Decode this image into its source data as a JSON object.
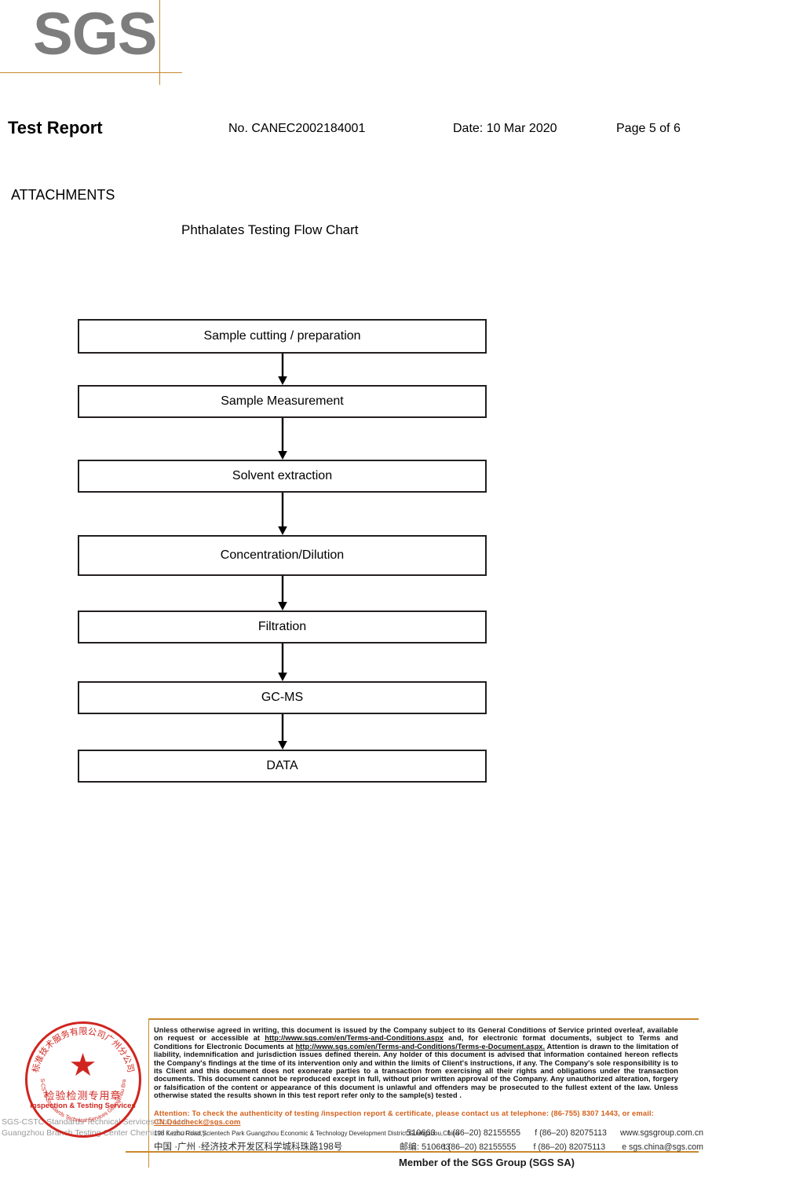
{
  "logo": {
    "text": "SGS",
    "rule_color": "#c8892f",
    "text_color": "#7d7d7d"
  },
  "header": {
    "title": "Test Report",
    "report_no": "No. CANEC2002184001",
    "date": "Date: 10 Mar 2020",
    "page": "Page 5 of 6"
  },
  "section": {
    "attachments_label": "ATTACHMENTS",
    "chart_title": "Phthalates Testing Flow Chart"
  },
  "flow_chart": {
    "type": "flowchart",
    "orientation": "vertical",
    "steps": [
      {
        "label": "Sample cutting / preparation"
      },
      {
        "label": "Sample Measurement"
      },
      {
        "label": "Solvent extraction"
      },
      {
        "label": "Concentration/Dilution"
      },
      {
        "label": "Filtration"
      },
      {
        "label": "GC-MS"
      },
      {
        "label": "DATA"
      }
    ]
  },
  "stamp": {
    "chinese_title": "检验检测专用章",
    "english_title": "Inspection & Testing Services",
    "arc_top": "标准技术服务有限公司广州分公司",
    "arc_bottom": "SGS-CSTC Standards Technical Services Guangzhou Branch",
    "ghost_line1": "SGS-CSTC Standards Technical Services Co., Ltd.",
    "ghost_line2": "Guangzhou Branch Testing Center Chemical Laboratory.",
    "color": "#d0251f"
  },
  "footer": {
    "disclaimer_part1": "Unless otherwise agreed in writing, this document is issued by the Company subject to its General Conditions of Service printed overleaf, available on request or accessible at ",
    "disclaimer_link1": "http://www.sgs.com/en/Terms-and-Conditions.aspx",
    "disclaimer_part2": " and, for electronic format documents, subject to Terms and Conditions for Electronic Documents at ",
    "disclaimer_link2": "http://www.sgs.com/en/Terms-and-Conditions/Terms-e-Document.aspx.",
    "disclaimer_part3": " Attention is drawn to the limitation of liability, indemnification and jurisdiction issues defined therein. Any holder of this document is advised that information contained hereon reflects the Company's findings at the time of its intervention only and within the limits of Client's instructions, if any. The Company's sole responsibility is to its Client and this document does not exonerate parties to a transaction from exercising all their rights and obligations under the transaction documents. This document cannot be reproduced except in full, without prior written approval of the Company. Any unauthorized alteration, forgery or falsification of the content or appearance of this document is unlawful and offenders may be prosecuted to the fullest extent of the law. Unless otherwise stated the results shown in this test report refer only to the sample(s) tested .",
    "attention_part1": "Attention: To check the authenticity of testing /inspection report & certificate, please contact us at telephone: (86-755) 8307 1443, or email: ",
    "attention_email": "CN.Doccheck@sgs.com",
    "attention_color": "#d2601a",
    "address_en": "198 Kezhu Road,Scientech Park Guangzhou Economic & Technology Development District,Guangzhou,China",
    "address_cn": "中国 ·广州 ·经济技术开发区科学城科珠路198号",
    "zip_en": "510663",
    "zip_cn_label": "邮编: 510663",
    "tel_en": "t (86–20) 82155555",
    "fax_en": "f (86–20) 82075113",
    "web_en": "www.sgsgroup.com.cn",
    "tel_cn": "t (86–20) 82155555",
    "fax_cn": "f (86–20) 82075113",
    "email_cn": "e sgs.china@sgs.com",
    "member_line": "Member of the SGS Group (SGS SA)"
  }
}
